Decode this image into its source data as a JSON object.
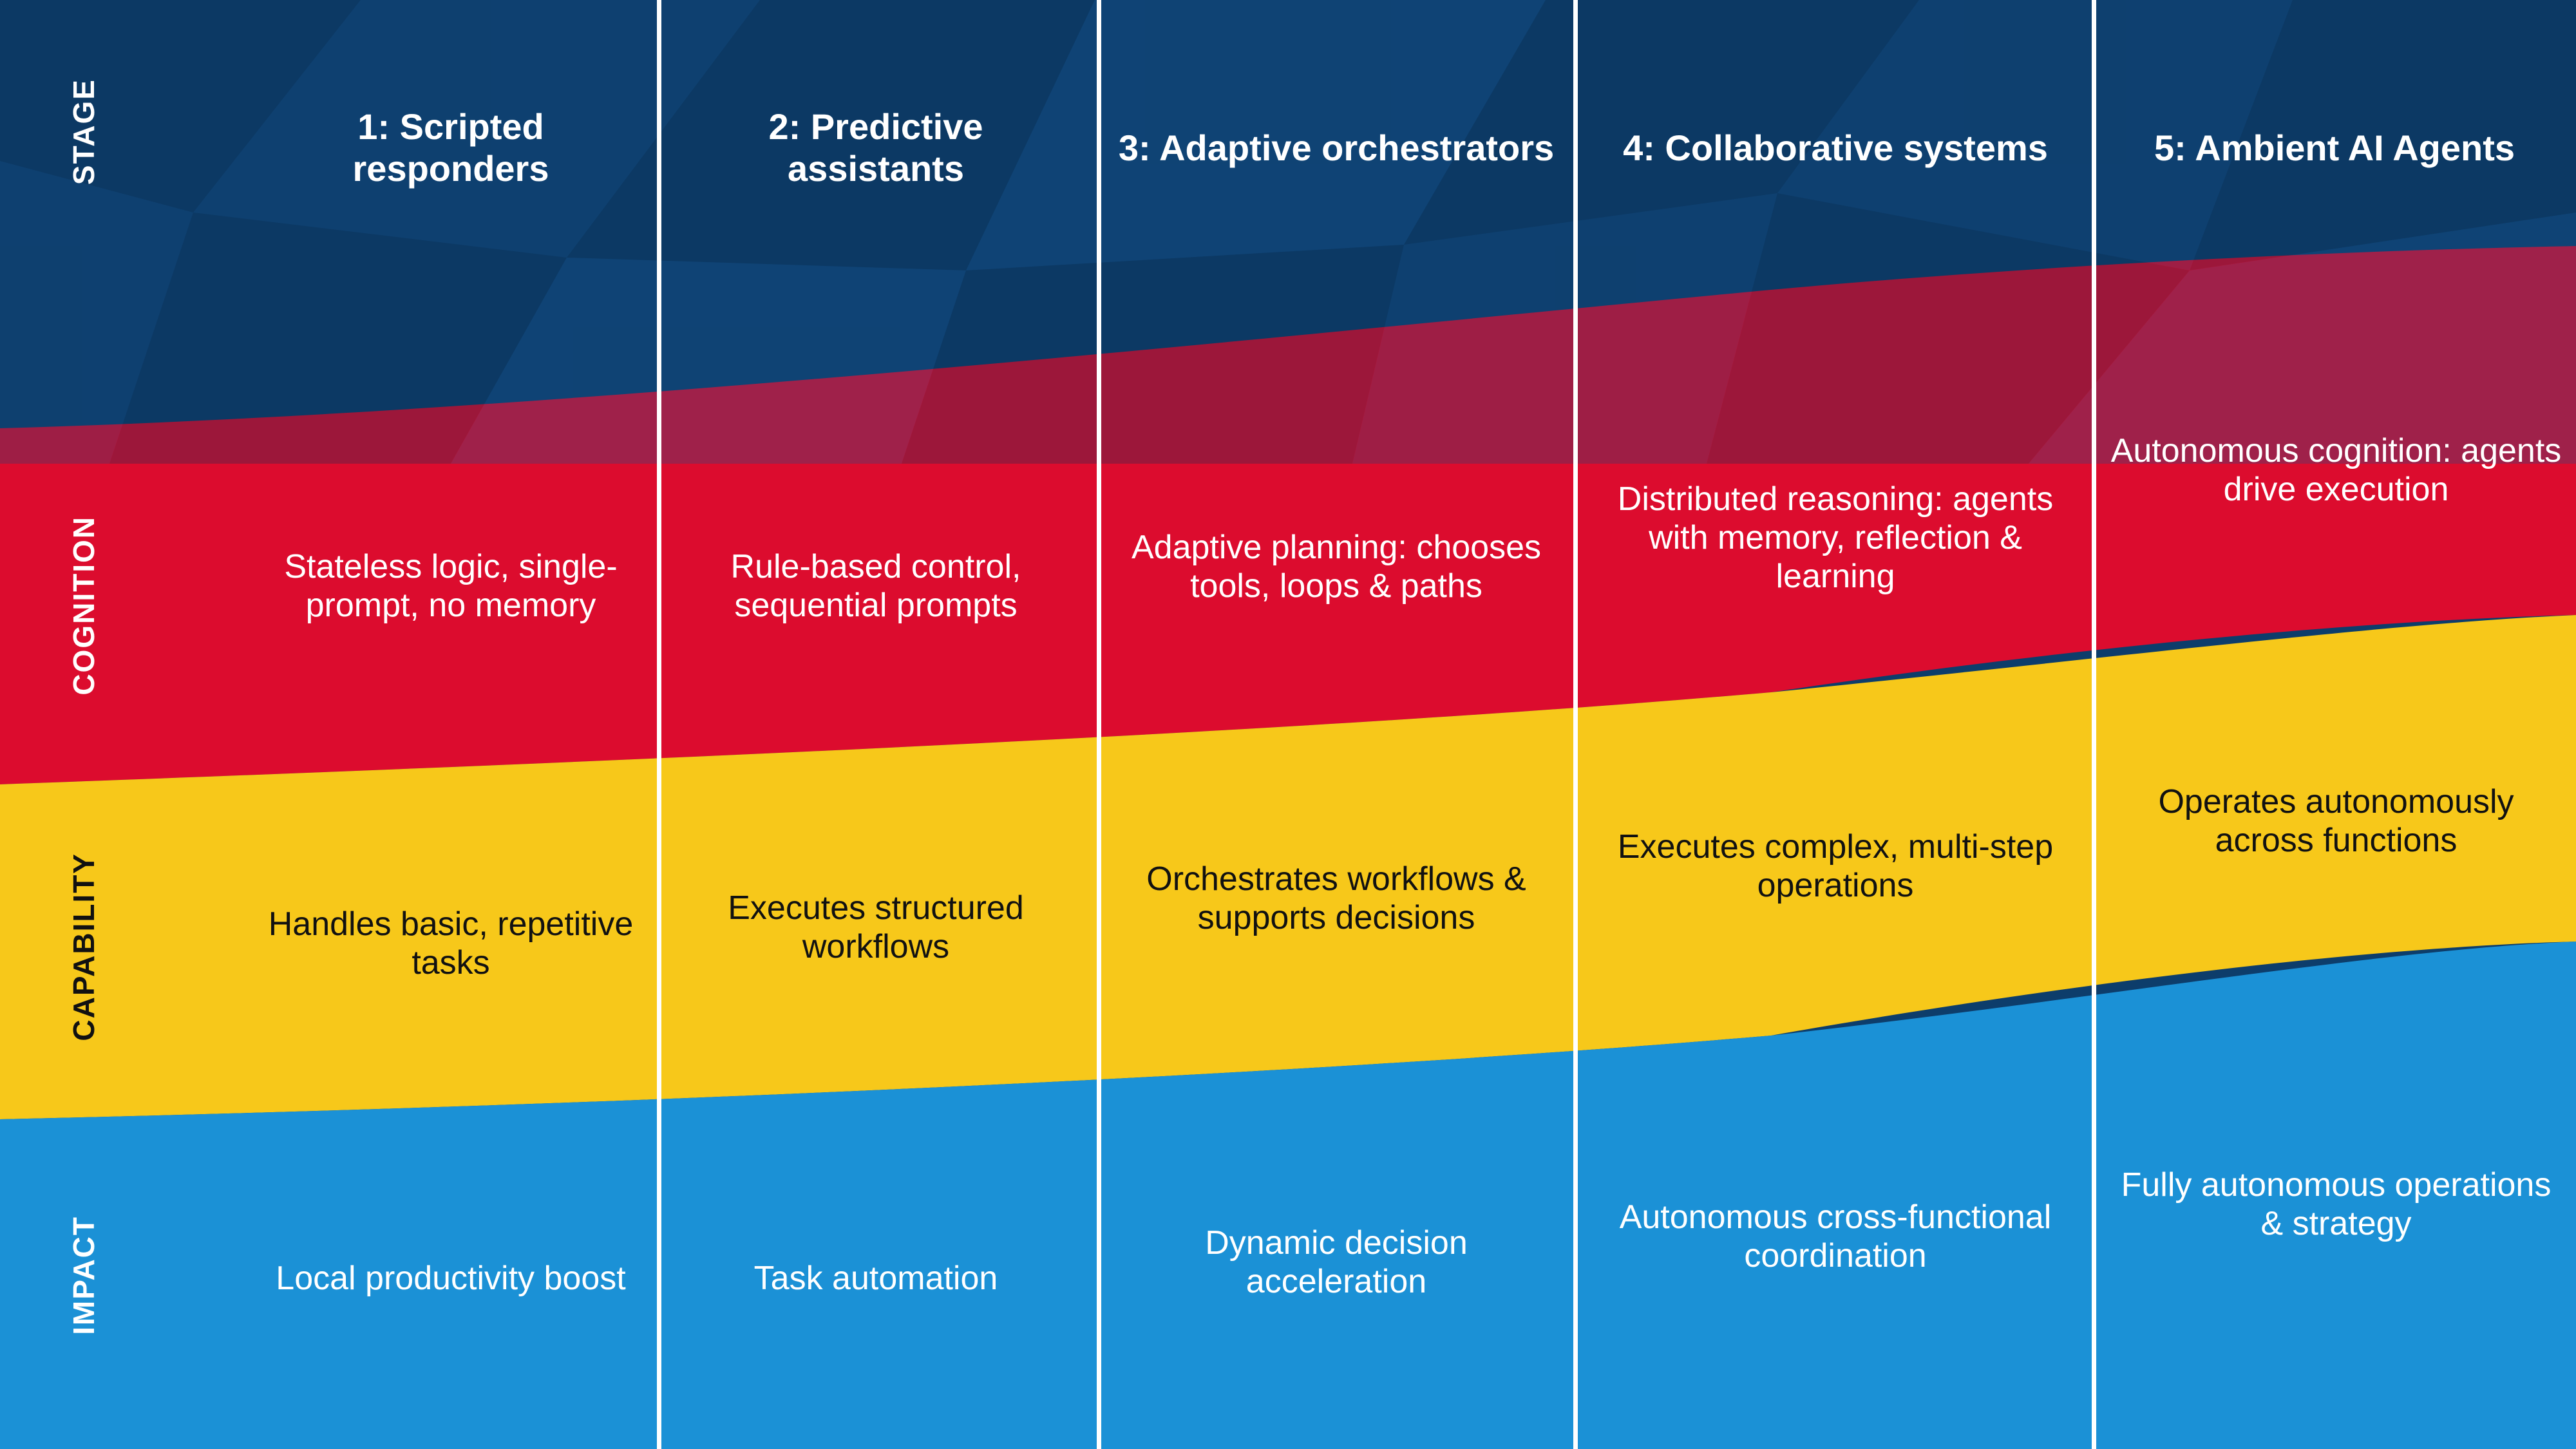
{
  "meta": {
    "kind": "maturity-matrix-infographic",
    "row_count": 4,
    "column_count": 5
  },
  "colors": {
    "header_navy": "#0d3d6b",
    "cognition_red": "#dc0c2e",
    "capability_yellow": "#f7c81a",
    "impact_blue": "#1b91d6",
    "separator_white": "#ffffff",
    "text_light": "#ffffff",
    "text_dark": "#111111"
  },
  "row_labels": {
    "stage": "STAGE",
    "cognition": "COGNITION",
    "capability": "CAPABILITY",
    "impact": "IMPACT"
  },
  "stages": [
    {
      "heading": "1: Scripted responders",
      "cognition": "Stateless logic, single-prompt, no memory",
      "capability": "Handles basic, repetitive tasks",
      "impact": "Local productivity boost"
    },
    {
      "heading": "2: Predictive assistants",
      "cognition": "Rule-based control, sequential prompts",
      "capability": "Executes structured workflows",
      "impact": "Task automation"
    },
    {
      "heading": "3: Adaptive orchestrators",
      "cognition": "Adaptive planning: chooses tools, loops & paths",
      "capability": "Orchestrates workflows & supports decisions",
      "impact": "Dynamic decision acceleration"
    },
    {
      "heading": "4: Collaborative systems",
      "cognition": "Distributed reasoning: agents with memory, reflection & learning",
      "capability": "Executes complex, multi-step operations",
      "impact": "Autonomous cross-functional coordination"
    },
    {
      "heading": "5: Ambient AI Agents",
      "cognition": "Autonomous cognition: agents drive execution",
      "capability": "Operates autonomously across functions",
      "impact": "Fully autonomous operations & strategy"
    }
  ]
}
